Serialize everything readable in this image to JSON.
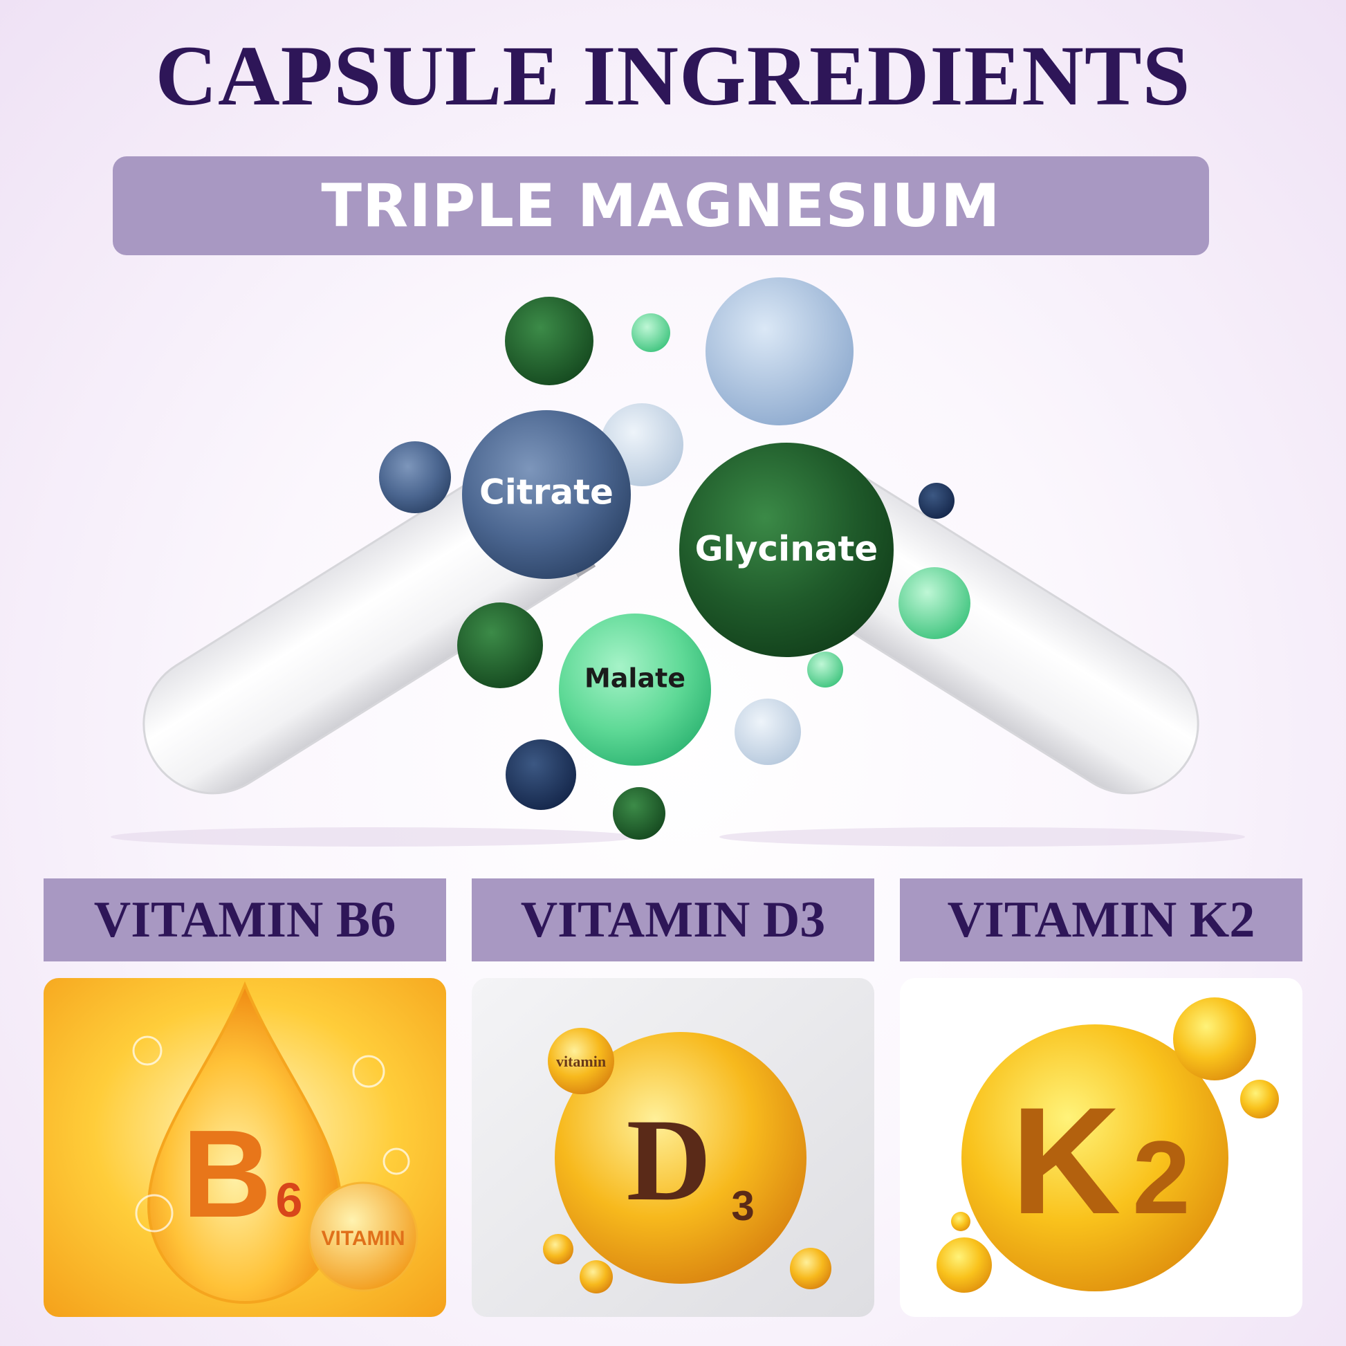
{
  "title": "CAPSULE INGREDIENTS",
  "subtitle": "TRIPLE MAGNESIUM",
  "magnesium_forms": {
    "citrate": "Citrate",
    "glycinate": "Glycinate",
    "malate": "Malate"
  },
  "vitamins": [
    {
      "label": "VITAMIN B6",
      "letter": "B",
      "subscript": "6",
      "tag": "VITAMIN"
    },
    {
      "label": "VITAMIN D3",
      "letter": "D",
      "subscript": "3",
      "tag": "vitamin"
    },
    {
      "label": "VITAMIN K2",
      "letter": "K",
      "subscript": "2"
    }
  ],
  "colors": {
    "title": "#2e1658",
    "banner": "#a898c2",
    "citrate": "#4b6690",
    "glycinate": "#1f5a2a",
    "malate": "#5ed996",
    "vitamin_gold": "#f2a91a"
  }
}
